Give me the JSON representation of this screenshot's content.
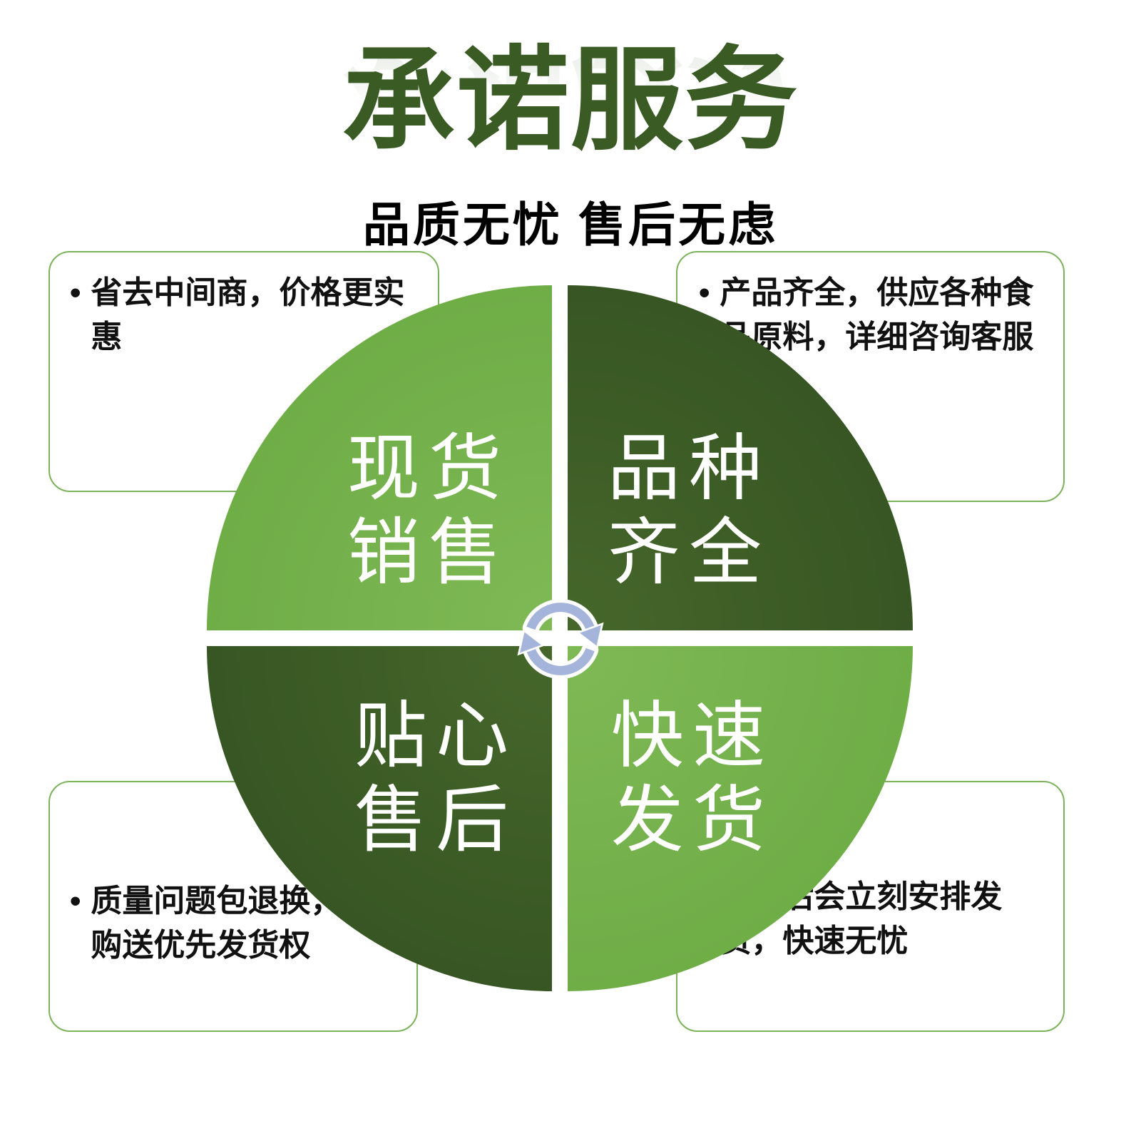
{
  "page": {
    "title": "承诺服务",
    "subtitle": "品质无忧 售后无虑"
  },
  "wheel": {
    "top_left": {
      "line1": "现货",
      "line2": "销售"
    },
    "top_right": {
      "line1": "品种",
      "line2": "齐全"
    },
    "bottom_left": {
      "line1": "贴心",
      "line2": "售后"
    },
    "bottom_right": {
      "line1": "快速",
      "line2": "发货"
    }
  },
  "callouts": {
    "bullet": "•",
    "top_left": "省去中间商，价格更实惠",
    "top_right": "产品齐全，供应各种食品原料，详细咨询客服",
    "bottom_left": "质量问题包退换，加购送优先发货权",
    "bottom_right": "接单后会立刻安排发货，快速无忧"
  },
  "colors": {
    "light_green": "#6FAD47",
    "dark_green": "#375623",
    "title_green": "#3A5C24",
    "callout_border": "#7CB25B",
    "arrow_blue": "#A4B4DA"
  }
}
